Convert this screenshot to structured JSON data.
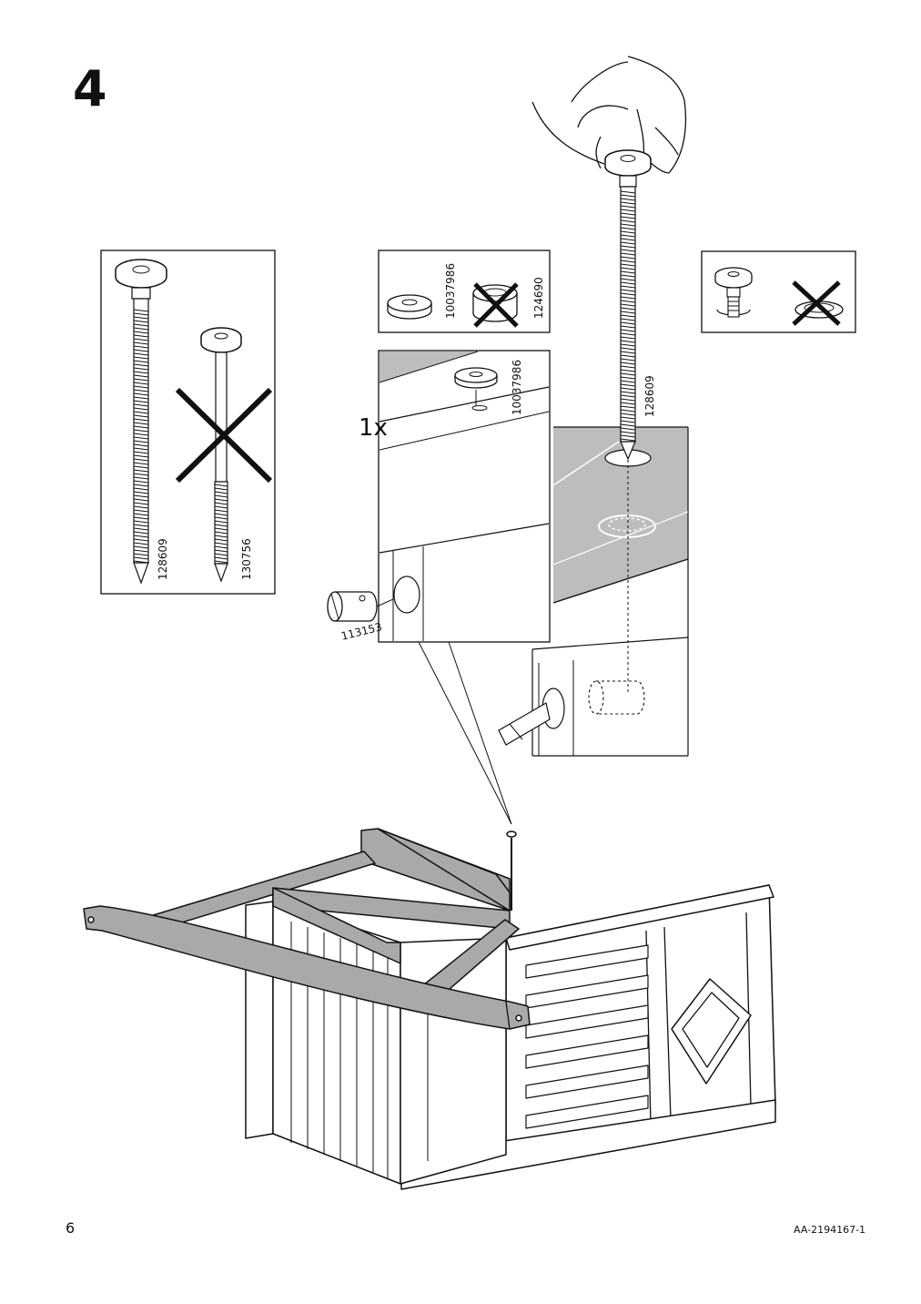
{
  "step": {
    "number": "4"
  },
  "footer": {
    "page_number": "6",
    "document_code": "AA-2194167-1"
  },
  "panels": {
    "bolt_comparison": {
      "correct_part": "128609",
      "wrong_part": "130756"
    },
    "washer_comparison": {
      "correct_part": "10037986",
      "wrong_part": "124690"
    },
    "detail_view": {
      "washer_part": "10037986",
      "quantity": "1x",
      "barrel_nut_part": "113153"
    },
    "main_bolt": {
      "part": "128609"
    }
  },
  "icons": [
    "hand-icon",
    "cross-icon",
    "bolt-icon",
    "washer-icon",
    "barrel-nut-icon",
    "bench-icon"
  ],
  "colors": {
    "ink": "#111111",
    "wood_shade": "#bdbdbd",
    "bench_shade": "#a9a9a9"
  }
}
